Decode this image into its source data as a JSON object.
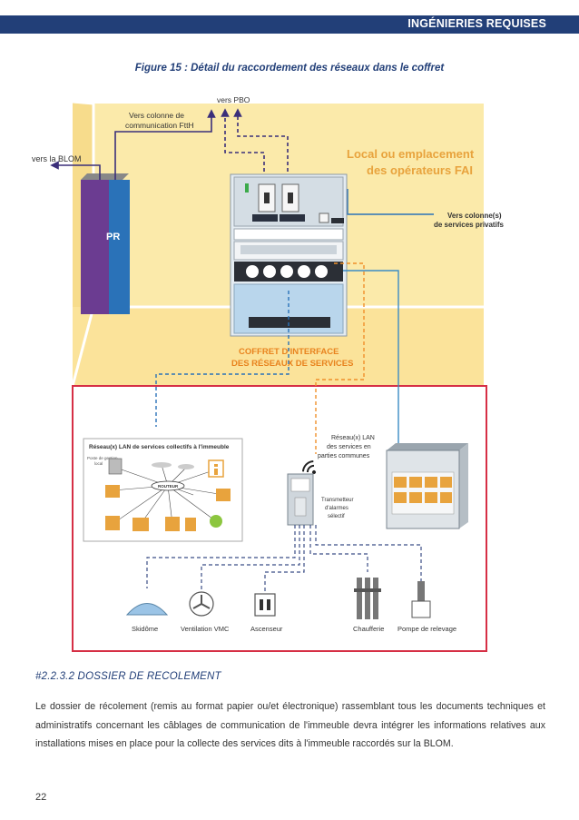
{
  "header": {
    "title": "INGÉNIERIES REQUISES"
  },
  "figure": {
    "caption": "Figure 15 : Détail du raccordement des réseaux dans le coffret",
    "labels": {
      "vers_pbo": "vers PBO",
      "colonne_ftth_1": "Vers colonne de",
      "colonne_ftth_2": "communication FttH",
      "vers_blom": "vers la BLOM",
      "pr": "PR",
      "local_1": "Local ou emplacement",
      "local_2": "des opérateurs FAI",
      "colonne_prives_1": "Vers colonne(s)",
      "colonne_prives_2": "de services privatifs",
      "coffret_1": "COFFRET D'INTERFACE",
      "coffret_2": "DES RÉSEAUX DE SERVICES",
      "lan_communes_1": "Réseau(x) LAN",
      "lan_communes_2": "des services en",
      "lan_communes_3": "parties communes",
      "lan_collectifs": "Réseau(x) LAN de services collectifs à l'immeuble",
      "poste_1": "Poste de gestion",
      "poste_2": "local",
      "routeur": "ROUTEUR",
      "transmetteur_1": "Transmetteur",
      "transmetteur_2": "d'alarmes",
      "transmetteur_3": "sélectif"
    },
    "equipment": [
      {
        "label": "Skidôme",
        "icon": "skydome-icon"
      },
      {
        "label": "Ventilation VMC",
        "icon": "fan-icon"
      },
      {
        "label": "Ascenseur",
        "icon": "elevator-icon"
      },
      {
        "label": "Chaufferie",
        "icon": "boiler-icon"
      },
      {
        "label": "Pompe de relevage",
        "icon": "pump-icon"
      }
    ],
    "colors": {
      "fai_zone": "#fbeaaa",
      "fai_title": "#e8a33d",
      "coffret_title": "#e8831e",
      "services_border": "#d62f45",
      "line_navy": "#3b2f7a",
      "line_blue": "#3a8bc5",
      "line_orange": "#f0902a",
      "pr_purple": "#6b3c91",
      "pr_blue": "#2a72b8"
    }
  },
  "section": {
    "heading": "#2.2.3.2 DOSSIER DE RECOLEMENT",
    "body": "Le dossier de récolement (remis au format papier ou/et électronique) rassemblant tous les documents techniques et administratifs concernant les câblages de communication de l'immeuble devra intégrer les informations relatives aux installations mises en place pour la collecte des services dits à l'immeuble raccordés sur la BLOM."
  },
  "page": {
    "number": "22"
  }
}
